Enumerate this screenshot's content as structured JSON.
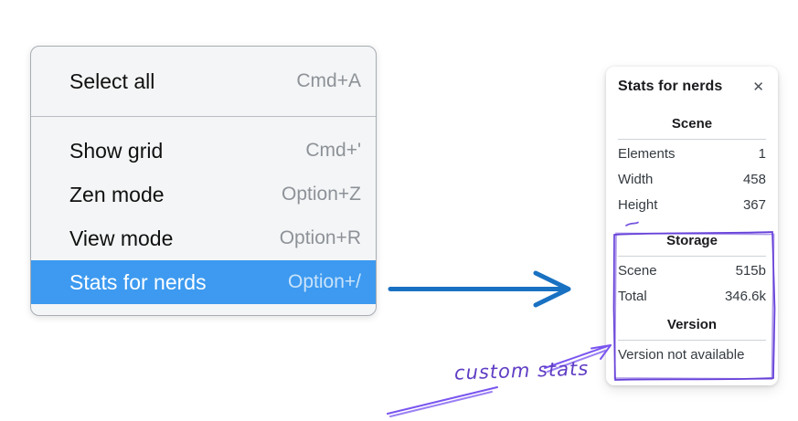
{
  "menu": {
    "sections": [
      {
        "items": [
          {
            "label": "Select all",
            "shortcut": "Cmd+A",
            "highlighted": false
          }
        ]
      },
      {
        "items": [
          {
            "label": "Show grid",
            "shortcut": "Cmd+'",
            "highlighted": false
          },
          {
            "label": "Zen mode",
            "shortcut": "Option+Z",
            "highlighted": false
          },
          {
            "label": "View mode",
            "shortcut": "Option+R",
            "highlighted": false
          },
          {
            "label": "Stats for nerds",
            "shortcut": "Option+/",
            "highlighted": true
          }
        ]
      }
    ]
  },
  "stats_panel": {
    "title": "Stats for nerds",
    "close_glyph": "✕",
    "sections": [
      {
        "heading": "Scene",
        "rows": [
          [
            "Elements",
            "1"
          ],
          [
            "Width",
            "458"
          ],
          [
            "Height",
            "367"
          ]
        ]
      },
      {
        "heading": "Storage",
        "rows": [
          [
            "Scene",
            "515b"
          ],
          [
            "Total",
            "346.6k"
          ]
        ]
      },
      {
        "heading": "Version",
        "rows": [],
        "note": "Version not available"
      }
    ]
  },
  "annotations": {
    "custom_stats_label": "custom stats"
  },
  "colors": {
    "menu_highlight": "#3d9af0",
    "blue_arrow": "#1971c2",
    "annotation_purple": "#7a55f0",
    "annotation_text_purple": "#5f3dc4",
    "hand_drawn_box_purple": "#6741d9"
  }
}
